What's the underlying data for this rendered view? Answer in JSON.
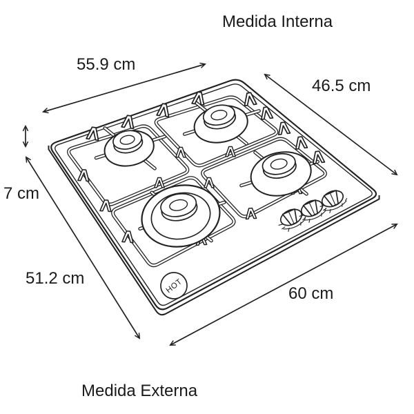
{
  "titles": {
    "internal": "Medida Interna",
    "external": "Medida Externa"
  },
  "dimensions": {
    "internal_width": "55.9 cm",
    "internal_depth": "46.5 cm",
    "height": "7 cm",
    "external_depth": "51.2 cm",
    "external_width": "60 cm"
  },
  "cooktop": {
    "hot_label": "HOT",
    "burner_count": 4,
    "knob_count": 3
  },
  "colors": {
    "line": "#222222",
    "text": "#1a1a1a",
    "background": "#ffffff"
  }
}
